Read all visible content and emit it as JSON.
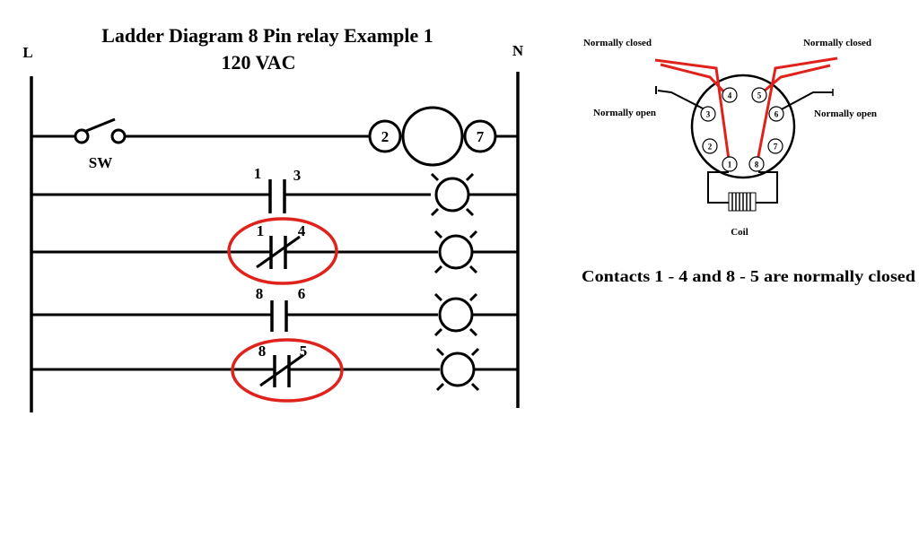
{
  "title": {
    "line1": "Ladder Diagram 8 Pin relay Example 1",
    "line2": "120 VAC"
  },
  "rails": {
    "left": "L",
    "right": "N"
  },
  "switch_label": "SW",
  "coil_pins": {
    "left": "2",
    "right": "7"
  },
  "contacts": [
    {
      "left_pin": "1",
      "right_pin": "3",
      "type": "normally-open",
      "highlighted": false
    },
    {
      "left_pin": "1",
      "right_pin": "4",
      "type": "normally-closed",
      "highlighted": true
    },
    {
      "left_pin": "8",
      "right_pin": "6",
      "type": "normally-open",
      "highlighted": false
    },
    {
      "left_pin": "8",
      "right_pin": "5",
      "type": "normally-closed",
      "highlighted": true
    }
  ],
  "relay_base": {
    "labels": {
      "nc_left": "Normally closed",
      "nc_right": "Normally closed",
      "no_left": "Normally open",
      "no_right": "Normally open",
      "coil": "Coil"
    },
    "pins": [
      "1",
      "2",
      "3",
      "4",
      "5",
      "6",
      "7",
      "8"
    ]
  },
  "caption": "Contacts 1 - 4 and 8 - 5 are normally closed",
  "colors": {
    "highlight": "#e0221c",
    "line": "#000000",
    "background": "#ffffff"
  }
}
